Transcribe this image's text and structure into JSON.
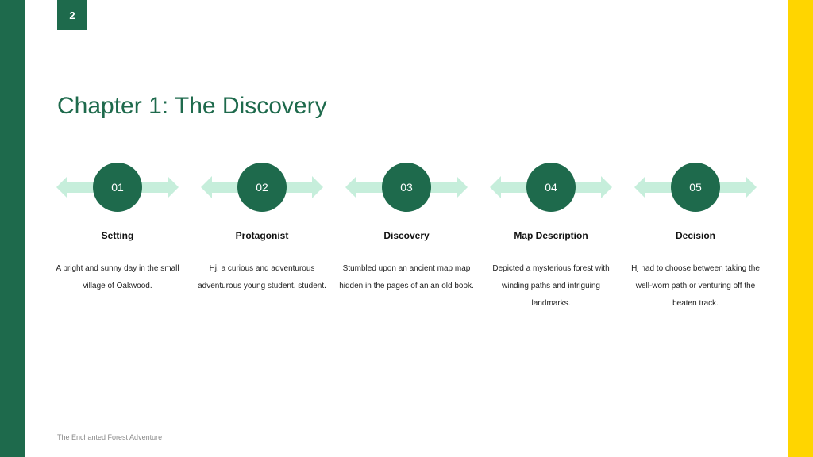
{
  "slide": {
    "page_number": "2",
    "title": "Chapter 1: The Discovery",
    "footer": "The Enchanted Forest Adventure"
  },
  "colors": {
    "primary": "#1e6a4c",
    "accent": "#ffd500",
    "arrow": "#c6eedb"
  },
  "icons": {
    "arrow": "double-arrow-icon"
  },
  "steps": [
    {
      "number": "01",
      "title": "Setting",
      "description": "A bright and sunny day in the small village of Oakwood."
    },
    {
      "number": "02",
      "title": "Protagonist",
      "description": "Hj, a curious and adventurous adventurous young student. student."
    },
    {
      "number": "03",
      "title": "Discovery",
      "description": "Stumbled upon an ancient map map hidden in the pages of an an old book."
    },
    {
      "number": "04",
      "title": "Map Description",
      "description": "Depicted a mysterious forest with winding paths and intriguing landmarks."
    },
    {
      "number": "05",
      "title": "Decision",
      "description": "Hj had to choose between taking the well-worn path or venturing off the beaten track."
    }
  ]
}
